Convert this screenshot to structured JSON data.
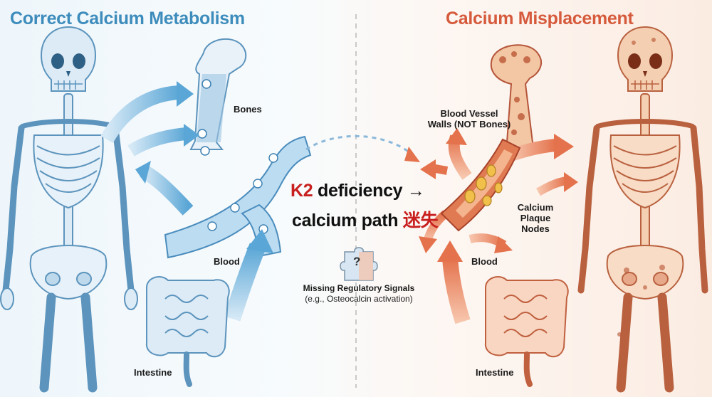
{
  "titles": {
    "left": "Correct Calcium Metabolism",
    "right": "Calcium Misplacement"
  },
  "labels": {
    "bones": "Bones",
    "blood_left": "Blood",
    "intestine_left": "Intestine",
    "vessel_walls_line1": "Blood Vessel",
    "vessel_walls_line2": "Walls (NOT Bones)",
    "plaque_line1": "Calcium",
    "plaque_line2": "Plaque",
    "plaque_line3": "Nodes",
    "blood_right": "Blood",
    "intestine_right": "Intestine"
  },
  "center": {
    "line1_prefix": "K2",
    "line1_rest": " deficiency →",
    "line2_prefix": "calcium path ",
    "line2_suffix": "迷失",
    "puzzle_glyph": "?",
    "signals_title": "Missing Regulatory Signals",
    "signals_example": "(e.g., Osteocalcin activation)"
  },
  "colors": {
    "left_accent": "#3d8cbc",
    "right_accent": "#d65a3c",
    "highlight_red": "#c81f1f"
  },
  "icons": [
    "skeleton-icon",
    "femur-icon",
    "blood-vessel-icon",
    "intestine-icon",
    "puzzle-piece-icon",
    "plus-icon"
  ]
}
